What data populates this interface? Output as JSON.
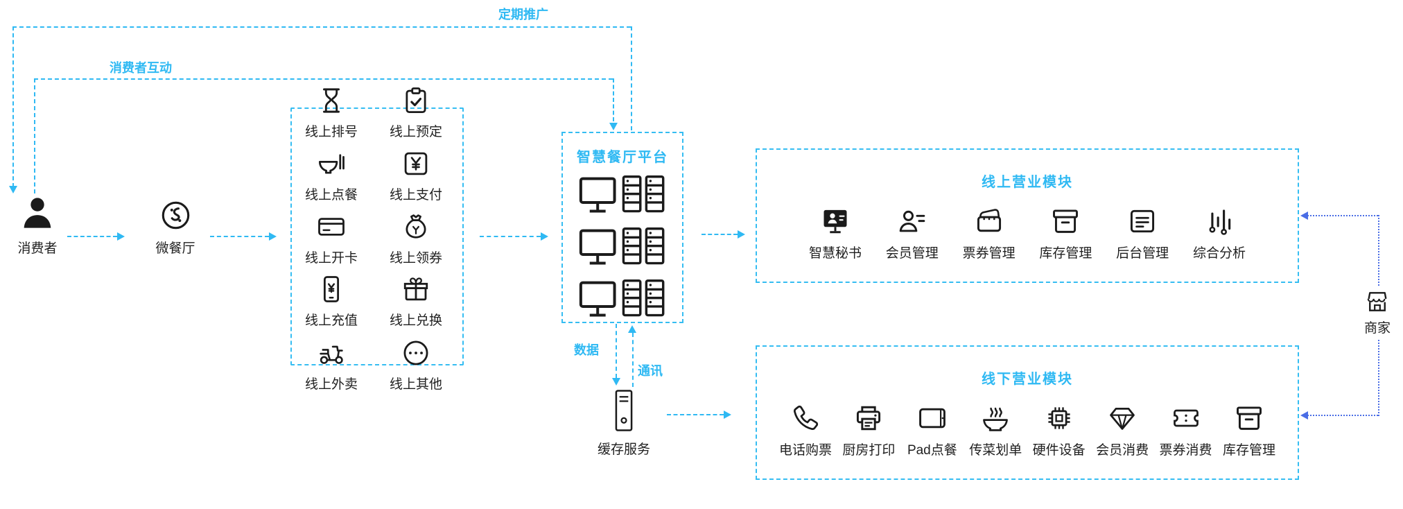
{
  "colors": {
    "accent_cyan": "#2fb9f3",
    "merchant_blue": "#4a6de5",
    "ink": "#1b1b1b"
  },
  "flow_labels": {
    "periodic_promotion": "定期推广",
    "consumer_interaction": "消费者互动",
    "data": "数据",
    "communication": "通讯"
  },
  "nodes": {
    "consumer": {
      "label": "消费者",
      "icon": "person-icon"
    },
    "micro_restaurant": {
      "label": "微餐厅",
      "icon": "wechat-restaurant-icon"
    },
    "platform": {
      "title": "智慧餐厅平台",
      "icon": "monitor-servers-icon"
    },
    "cache": {
      "label": "缓存服务",
      "icon": "server-tower-icon"
    },
    "merchant": {
      "label": "商家",
      "icon": "storefront-icon"
    }
  },
  "online_services": {
    "items": [
      {
        "label": "线上排号",
        "icon": "hourglass-icon"
      },
      {
        "label": "线上预定",
        "icon": "clipboard-check-icon"
      },
      {
        "label": "线上点餐",
        "icon": "bowl-chopsticks-icon"
      },
      {
        "label": "线上支付",
        "icon": "yen-square-icon"
      },
      {
        "label": "线上开卡",
        "icon": "bank-card-icon"
      },
      {
        "label": "线上领券",
        "icon": "coupon-pouch-icon"
      },
      {
        "label": "线上充值",
        "icon": "phone-yen-icon"
      },
      {
        "label": "线上兑换",
        "icon": "gift-icon"
      },
      {
        "label": "线上外卖",
        "icon": "delivery-scooter-icon"
      },
      {
        "label": "线上其他",
        "icon": "more-ellipsis-icon"
      }
    ]
  },
  "online_module": {
    "title": "线上营业模块",
    "items": [
      {
        "label": "智慧秘书",
        "icon": "smart-secretary-icon"
      },
      {
        "label": "会员管理",
        "icon": "member-management-icon"
      },
      {
        "label": "票券管理",
        "icon": "ticket-stack-icon"
      },
      {
        "label": "库存管理",
        "icon": "inventory-box-icon"
      },
      {
        "label": "后台管理",
        "icon": "backend-doc-icon"
      },
      {
        "label": "综合分析",
        "icon": "analysis-chart-icon"
      }
    ]
  },
  "offline_module": {
    "title": "线下营业模块",
    "items": [
      {
        "label": "电话购票",
        "icon": "phone-call-icon"
      },
      {
        "label": "厨房打印",
        "icon": "printer-icon"
      },
      {
        "label": "Pad点餐",
        "icon": "tablet-icon"
      },
      {
        "label": "传菜划单",
        "icon": "noodle-dish-icon"
      },
      {
        "label": "硬件设备",
        "icon": "hardware-chip-icon"
      },
      {
        "label": "会员消费",
        "icon": "gem-icon"
      },
      {
        "label": "票券消费",
        "icon": "ticket-icon"
      },
      {
        "label": "库存管理",
        "icon": "inventory-box-icon"
      }
    ]
  }
}
